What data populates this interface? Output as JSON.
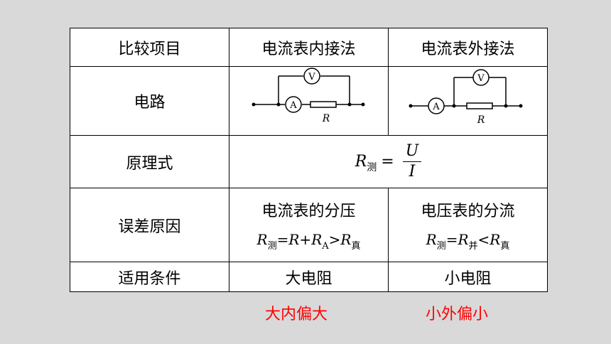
{
  "headers": {
    "col1": "比较项目",
    "col2": "电流表内接法",
    "col3": "电流表外接法"
  },
  "rows": {
    "circuit_label": "电路",
    "principle_label": "原理式",
    "error_label": "误差原因",
    "applicable_label": "适用条件"
  },
  "circuit": {
    "voltmeter_symbol": "V",
    "ammeter_symbol": "A",
    "resistor_label": "R"
  },
  "principle": {
    "R": "R",
    "sub_measured": "测",
    "equals": "=",
    "U": "U",
    "I": "I"
  },
  "error": {
    "inner_title": "电流表的分压",
    "outer_title": "电压表的分流",
    "R": "R",
    "A": "A",
    "sub_measured": "测",
    "sub_true": "真",
    "sub_parallel": "并",
    "eq": "=",
    "plus": "+",
    "gt": ">",
    "lt": "<"
  },
  "applicable": {
    "inner": "大电阻",
    "outer": "小电阻"
  },
  "mnemonic": {
    "inner": "大内偏大",
    "outer": "小外偏小"
  },
  "colors": {
    "background": "#d9d9d9",
    "table": "#ffffff",
    "mnemonic": "#ff0000"
  }
}
